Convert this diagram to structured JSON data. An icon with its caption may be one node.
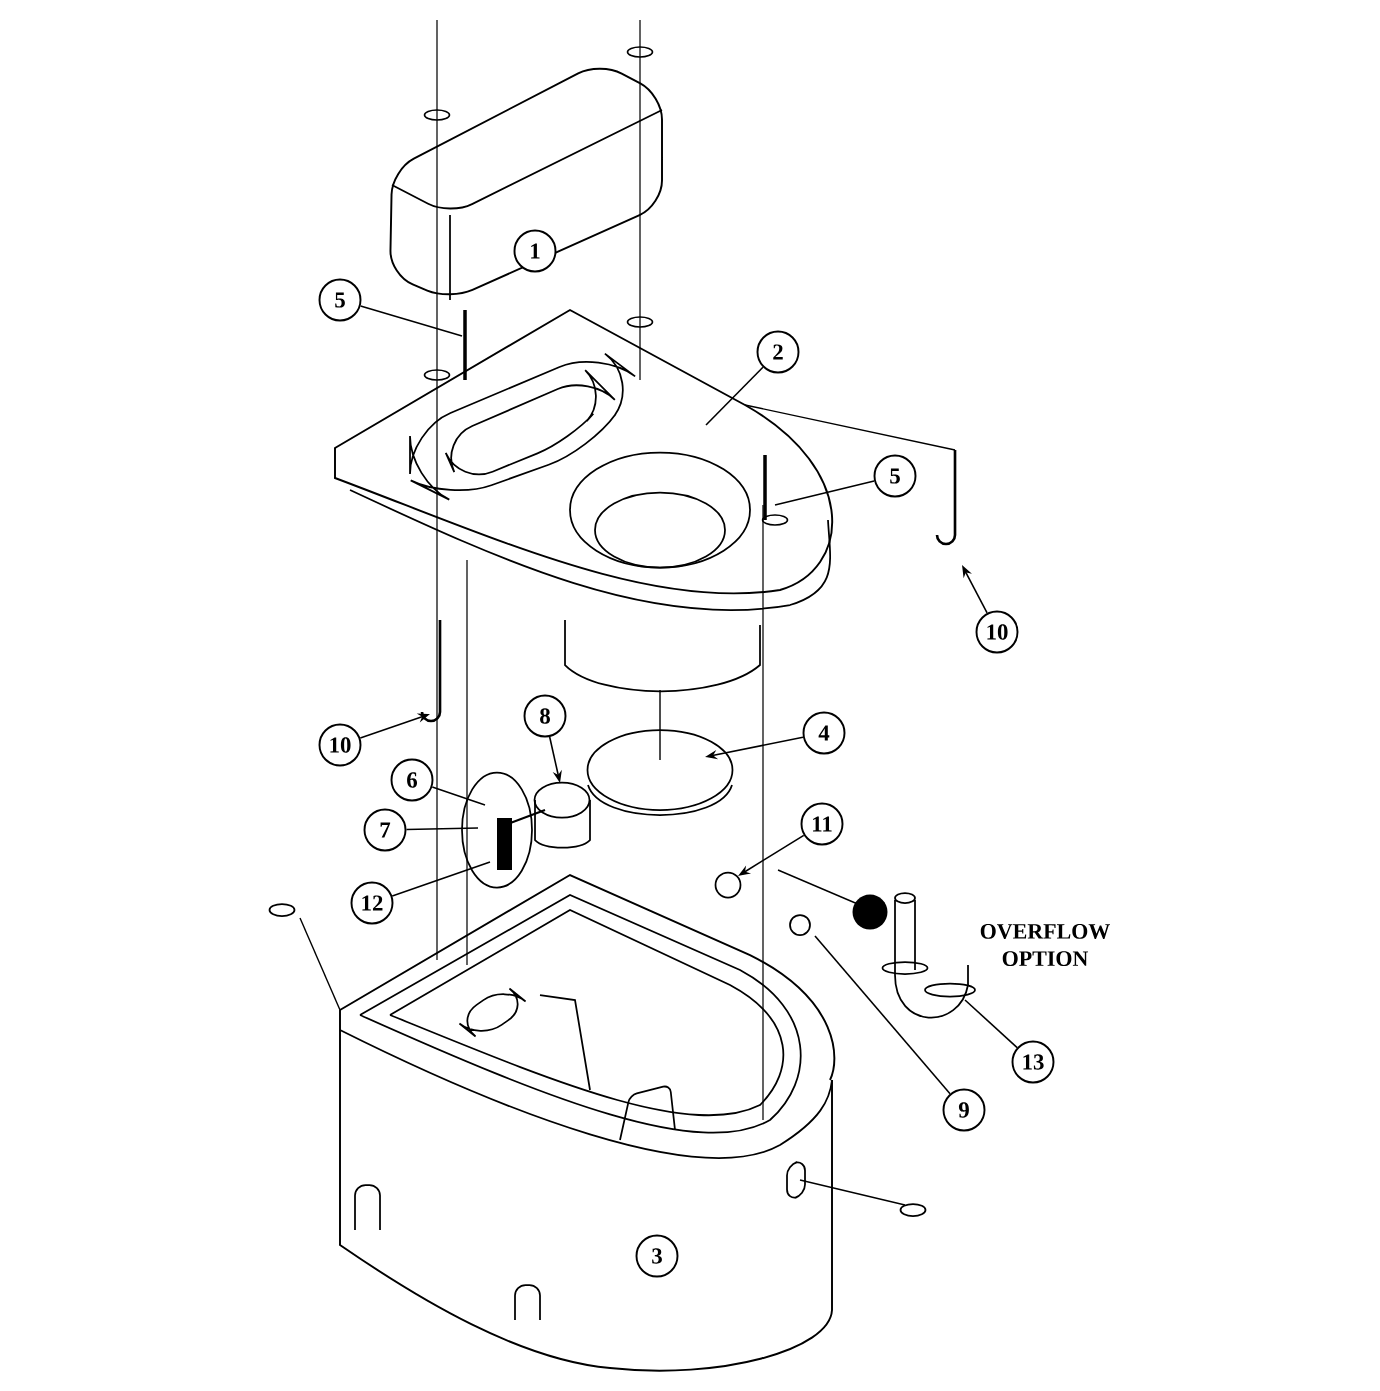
{
  "diagram": {
    "nodes": [
      {
        "text": [
          "5"
        ]
      },
      {
        "text": [
          "2"
        ]
      },
      {
        "text": [
          "5"
        ]
      },
      {
        "text": [
          "10"
        ]
      },
      {
        "text": [
          "10"
        ]
      },
      {
        "text": [
          "8"
        ]
      },
      {
        "text": [
          "4"
        ]
      },
      {
        "text": [
          "6"
        ]
      },
      {
        "text": [
          "7"
        ]
      },
      {
        "text": [
          "12"
        ]
      },
      {
        "text": [
          "11"
        ]
      },
      {
        "text": [
          "9"
        ]
      },
      {
        "text": [
          "13"
        ]
      },
      {
        "text": [
          "1"
        ]
      },
      {
        "text": [
          "3"
        ]
      }
    ],
    "edges": [
      {
        "from": 0,
        "to": null,
        "arrow": "none"
      },
      {
        "from": 1,
        "to": null,
        "arrow": "none"
      },
      {
        "from": 2,
        "to": null,
        "arrow": "none"
      },
      {
        "from": 3,
        "to": null,
        "arrow": "to"
      },
      {
        "from": 4,
        "to": null,
        "arrow": "to"
      },
      {
        "from": 5,
        "to": null,
        "arrow": "to"
      },
      {
        "from": 6,
        "to": null,
        "arrow": "to"
      },
      {
        "from": 7,
        "to": null,
        "arrow": "none"
      },
      {
        "from": 8,
        "to": null,
        "arrow": "none"
      },
      {
        "from": 9,
        "to": null,
        "arrow": "none"
      },
      {
        "from": 10,
        "to": null,
        "arrow": "to"
      },
      {
        "from": 11,
        "to": null,
        "arrow": "none"
      },
      {
        "from": 12,
        "to": null,
        "arrow": "none"
      }
    ],
    "labels": [
      "OVERFLOW OPTION"
    ]
  }
}
